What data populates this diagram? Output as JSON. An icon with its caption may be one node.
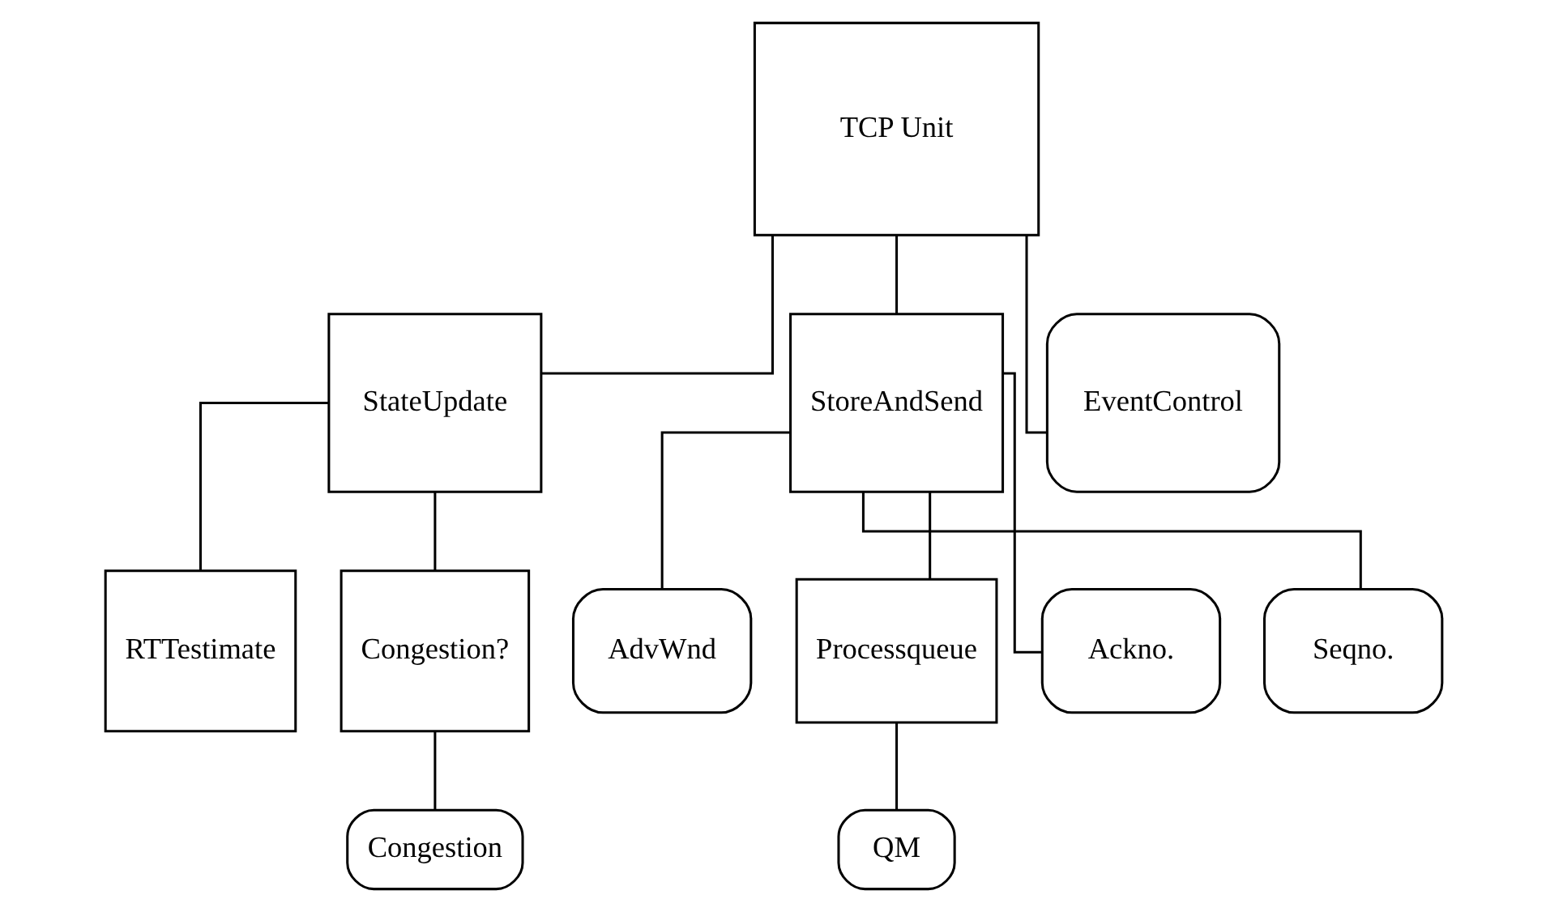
{
  "diagram": {
    "nodes": [
      {
        "text": [
          "TCP Unit"
        ]
      },
      {
        "text": [
          "StateUpdate"
        ]
      },
      {
        "text": [
          "StoreAndSend"
        ]
      },
      {
        "text": [
          "EventControl"
        ]
      },
      {
        "text": [
          "RTTestimate"
        ]
      },
      {
        "text": [
          "Congestion?"
        ]
      },
      {
        "text": [
          "Congestion"
        ]
      },
      {
        "text": [
          "AdvWnd"
        ]
      },
      {
        "text": [
          "Processqueue"
        ]
      },
      {
        "text": [
          "Ackno."
        ]
      },
      {
        "text": [
          "Seqno."
        ]
      },
      {
        "text": [
          "QM"
        ]
      }
    ],
    "edges": [
      {
        "from": 0,
        "to": 1,
        "arrow": "none"
      },
      {
        "from": 0,
        "to": 2,
        "arrow": "none"
      },
      {
        "from": 0,
        "to": 3,
        "arrow": "none"
      },
      {
        "from": 1,
        "to": 4,
        "arrow": "none"
      },
      {
        "from": 1,
        "to": 5,
        "arrow": "none"
      },
      {
        "from": 5,
        "to": 6,
        "arrow": "none"
      },
      {
        "from": 2,
        "to": 7,
        "arrow": "none"
      },
      {
        "from": 2,
        "to": 8,
        "arrow": "none"
      },
      {
        "from": 2,
        "to": 9,
        "arrow": "none"
      },
      {
        "from": 2,
        "to": 10,
        "arrow": "none"
      },
      {
        "from": 8,
        "to": 11,
        "arrow": "none"
      }
    ]
  }
}
